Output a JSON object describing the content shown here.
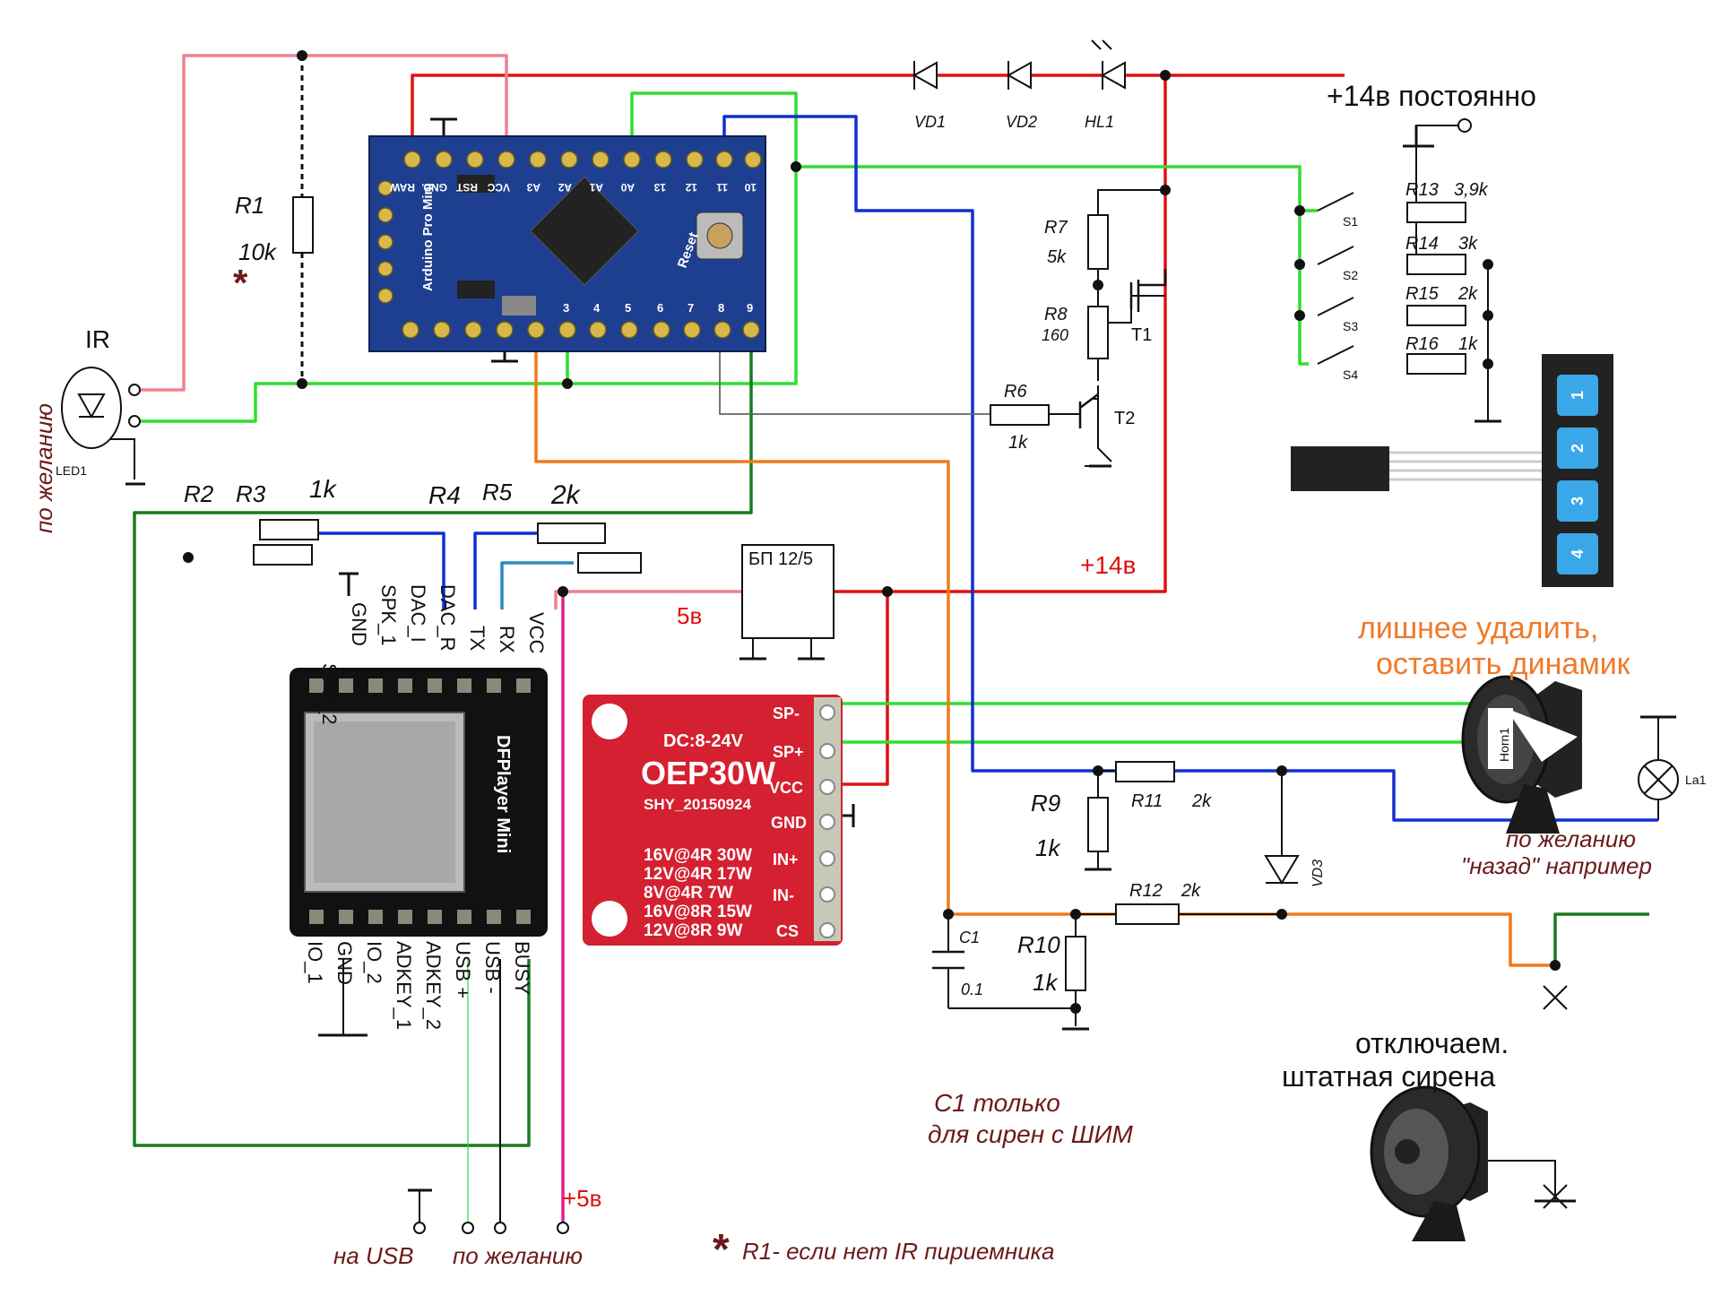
{
  "labels": {
    "supply_const": "+14в постоянно",
    "supply_14": "+14в",
    "supply_5v": "5в",
    "supply_plus5": "+5в",
    "psu": "БП 12/5",
    "ir": "IR",
    "optional_vertical": "по желанию",
    "led1": "LED1",
    "delete_note_1": "лишнее удалить,",
    "delete_note_2": "оставить динамик",
    "optional_back_1": "по желанию",
    "optional_back_2": "\"назад\" например",
    "disable_1": "отключаем.",
    "disable_2": "штатная сирена",
    "c1_note_1": "C1 только",
    "c1_note_2": "для сирен с ШИМ",
    "usb_note": "на USB",
    "optional_bottom": "по желанию",
    "star": "*",
    "r1_note": "R1- если нет IR пириемника",
    "horn_label": "Horn1",
    "lamp_label": "La1"
  },
  "components": {
    "vd1": "VD1",
    "vd2": "VD2",
    "hl1": "HL1",
    "vd3": "VD3",
    "r1": "R1",
    "r1_val": "10k",
    "r2": "R2",
    "r3": "R3",
    "r23_val": "1k",
    "r4": "R4",
    "r5": "R5",
    "r45_val": "2k",
    "r6": "R6",
    "r6_val": "1k",
    "r7": "R7",
    "r7_val": "5k",
    "r8": "R8",
    "r8_val": "160",
    "r9": "R9",
    "r9_val": "1k",
    "r10": "R10",
    "r10_val": "1k",
    "r11": "R11",
    "r11_val": "2k",
    "r12": "R12",
    "r12_val": "2k",
    "r13": "R13",
    "r13_val": "3,9k",
    "r14": "R14",
    "r14_val": "3k",
    "r15": "R15",
    "r15_val": "2k",
    "r16": "R16",
    "r16_val": "1k",
    "c1": "C1",
    "c1_val": "0.1",
    "t1": "T1",
    "t2": "T2",
    "s1": "S1",
    "s2": "S2",
    "s3": "S3",
    "s4": "S4"
  },
  "arduino": {
    "title": "Arduino Pro Mini",
    "top_pins": [
      "RAW",
      "GND",
      "RST",
      "VCC",
      "A3",
      "A2",
      "A1",
      "A0",
      "13",
      "12",
      "11",
      "10"
    ],
    "bottom_pins": [
      "3",
      "4",
      "5",
      "6",
      "7",
      "8",
      "9"
    ],
    "reset": "Reset"
  },
  "dfplayer": {
    "title": "DFPlayer Mini",
    "top_pins": [
      "SPK_2",
      "GND",
      "SPK_1",
      "DAC_I",
      "DAC_R",
      "TX",
      "RX",
      "VCC"
    ],
    "bottom_pins": [
      "IO_1",
      "GND",
      "IO_2",
      "ADKEY_1",
      "ADKEY_2",
      "USB +",
      "USB -",
      "BUSY"
    ]
  },
  "amp": {
    "title": "OEP30W",
    "dc": "DC:8-24V",
    "model": "SHY_20150924",
    "specs": [
      "16V@4R  30W",
      "12V@4R  17W",
      "8V@4R    7W",
      "16V@8R  15W",
      "12V@8R    9W"
    ],
    "pins": [
      "SP-",
      "SP+",
      "VCC",
      "GND",
      "IN+",
      "IN-",
      "CS"
    ]
  },
  "keypad": {
    "keys": [
      "1",
      "2",
      "3",
      "4"
    ]
  },
  "colors": {
    "red": "#e01010",
    "pink": "#f08090",
    "green": "#30dd30",
    "blue": "#1030d0",
    "orange": "#f07a1a",
    "dark_green": "#1a7a20",
    "magenta": "#e0208a",
    "steel": "#2a8ac0",
    "board_blue": "#1e3f8f",
    "amp_red": "#d42030"
  }
}
